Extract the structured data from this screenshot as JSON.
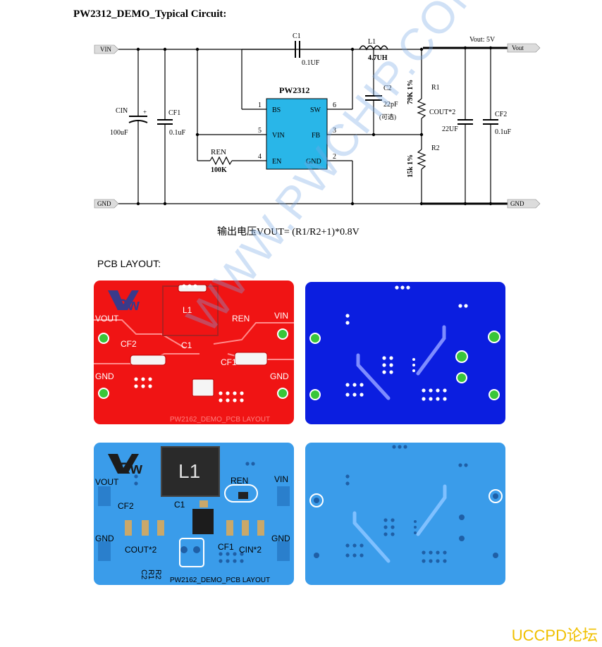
{
  "title": "PW2312_DEMO_Typical Circuit:",
  "schematic": {
    "nets": {
      "vin": "VIN",
      "gnd_left": "GND",
      "gnd_right": "GND",
      "vout": "Vout",
      "vout_label": "Vout: 5V"
    },
    "ic": {
      "name": "PW2312",
      "pins": [
        {
          "num": "1",
          "name": "BS"
        },
        {
          "num": "5",
          "name": "VIN"
        },
        {
          "num": "4",
          "name": "EN"
        },
        {
          "num": "6",
          "name": "SW"
        },
        {
          "num": "3",
          "name": "FB"
        },
        {
          "num": "2",
          "name": "GND"
        }
      ]
    },
    "components": {
      "c1": {
        "ref": "C1",
        "value": "0.1UF"
      },
      "l1": {
        "ref": "L1",
        "value": "4.7UH"
      },
      "cin": {
        "ref": "CIN",
        "value": "100uF"
      },
      "cf1": {
        "ref": "CF1",
        "value": "0.1uF"
      },
      "ren": {
        "ref": "REN",
        "value": "100K"
      },
      "c2": {
        "ref": "C2",
        "value": "22pF",
        "note": "(可选)"
      },
      "r1": {
        "ref": "R1",
        "value": "79K  1%"
      },
      "r2": {
        "ref": "R2",
        "value": "15k  1%"
      },
      "cout": {
        "ref": "COUT*2",
        "value": "22UF"
      },
      "cf2": {
        "ref": "CF2",
        "value": "0.1uF"
      }
    }
  },
  "formula": "输出电压VOUT= (R1/R2+1)*0.8V",
  "pcb_heading": "PCB LAYOUT:",
  "pcb": {
    "red_top": {
      "labels": [
        "VOUT",
        "GND",
        "VIN",
        "GND",
        "L1",
        "REN",
        "CF2",
        "CF1",
        "C1"
      ],
      "caption": "PW2162_DEMO_PCB LAYOUT",
      "logo": "Rw"
    },
    "light_top": {
      "labels": [
        "VOUT",
        "GND",
        "VIN",
        "GND",
        "L1",
        "REN",
        "CF2",
        "CF1",
        "C1",
        "COUT*2",
        "CIN*2",
        "R2",
        "R1",
        "C2"
      ],
      "caption": "PW2162_DEMO_PCB LAYOUT",
      "logo": "Rw"
    }
  },
  "watermark": "WWW.PWCHIP.COM",
  "forum_badge": "UCCPD论坛",
  "colors": {
    "ic_fill": "#29b6e8",
    "red_board": "#f01414",
    "blue_board": "#0b1ee0",
    "light_board": "#3a9cea",
    "forum": "#f0c000"
  }
}
